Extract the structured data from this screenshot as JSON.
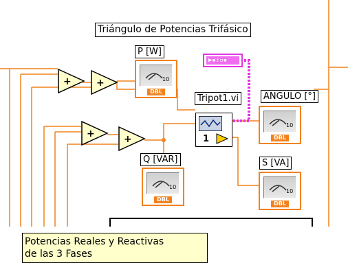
{
  "title_label": "Triángulo de Potencias Trifásico",
  "indicators": {
    "p": {
      "label": "P [W]",
      "type": "DBL"
    },
    "q": {
      "label": "Q [VAR]",
      "type": "DBL"
    },
    "s": {
      "label": "S [VA]",
      "type": "DBL"
    },
    "angulo": {
      "label": "ANGULO [°]",
      "type": "DBL"
    }
  },
  "subvi": {
    "label": "Tripot1.vi",
    "count": "1"
  },
  "comment": {
    "line1": "Potencias Reales y Reactivas",
    "line2": "de las 3 Fases"
  },
  "colors": {
    "wire_numeric": "#f2821e",
    "wire_cluster": "#e433e4",
    "add_node": "#ffffcc"
  }
}
